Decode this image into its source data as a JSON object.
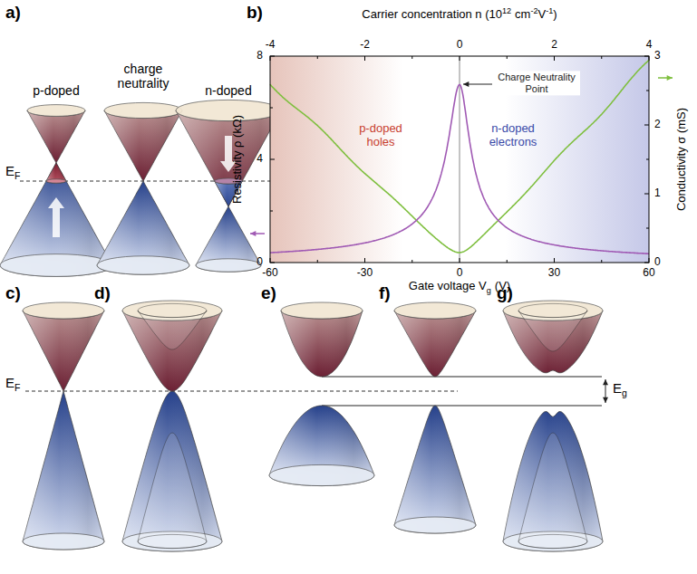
{
  "diagram": {
    "labels": [
      "a)",
      "p-doped",
      "charge neutrality",
      "n-doped",
      "E",
      "F",
      "b)",
      "Carrier concentration n (10",
      "12",
      "cm",
      "-2",
      "V",
      "-1",
      ")",
      "-4",
      "-2",
      "0",
      "2",
      "4",
      "8",
      "4",
      "0",
      "Resistivity ρ (kΩ)",
      "3",
      "2",
      "1",
      "0",
      "Conductivity σ (mS)",
      "Charge Neutrality Point",
      "p-doped holes",
      "n-doped electrons",
      "-60",
      "-30",
      "0",
      "30",
      "60",
      "Gate voltage V",
      "g",
      "(V)",
      "c)",
      "d)",
      "e)",
      "f)",
      "g)",
      "E",
      "F",
      "E",
      "g"
    ]
  }
}
